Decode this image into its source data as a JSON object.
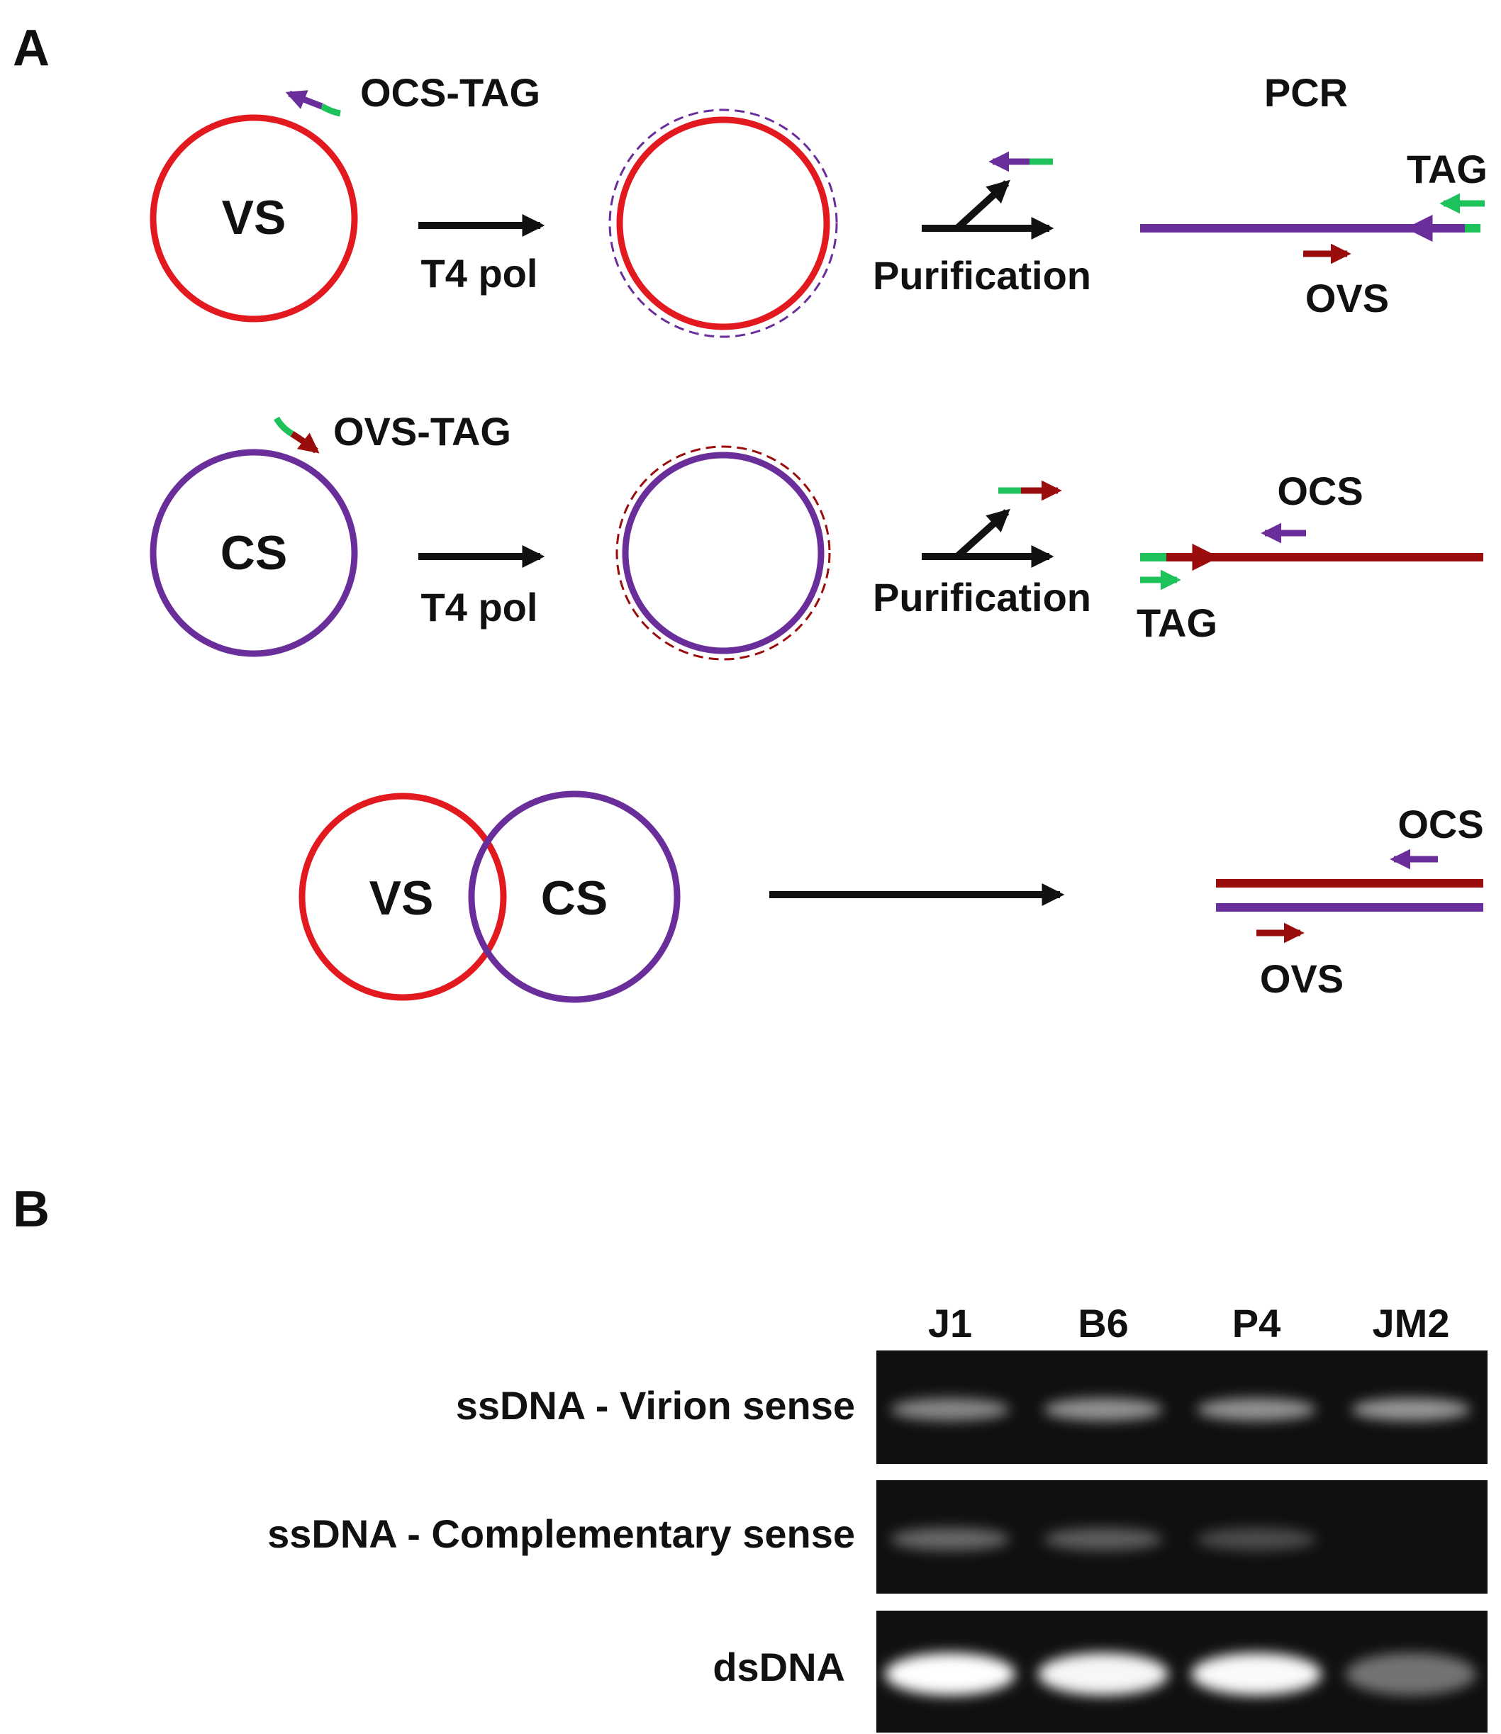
{
  "panel_a": {
    "label": "A",
    "row1": {
      "circle_label": "VS",
      "primer_label": "OCS-TAG",
      "step_label": "T4 pol",
      "purify_label": "Purification",
      "pcr_label": "PCR",
      "tag_label": "TAG",
      "ovs_label": "OVS"
    },
    "row2": {
      "circle_label": "CS",
      "primer_label": "OVS-TAG",
      "step_label": "T4 pol",
      "purify_label": "Purification",
      "ocs_label": "OCS",
      "tag_label": "TAG"
    },
    "row3": {
      "left_circle_label": "VS",
      "right_circle_label": "CS",
      "ocs_label": "OCS",
      "ovs_label": "OVS"
    }
  },
  "panel_b": {
    "label": "B",
    "lanes": [
      "J1",
      "B6",
      "P4",
      "JM2"
    ],
    "rows": [
      {
        "label": "ssDNA - Virion sense",
        "band_intensity": [
          0.55,
          0.6,
          0.6,
          0.62
        ]
      },
      {
        "label": "ssDNA - Complementary sense",
        "band_intensity": [
          0.4,
          0.35,
          0.25,
          0
        ]
      },
      {
        "label": "dsDNA",
        "band_intensity": [
          1.0,
          0.95,
          0.97,
          0.45
        ]
      }
    ]
  },
  "colors": {
    "red_strand": "#e2191e",
    "dark_red_strand": "#9b0c0c",
    "purple_strand": "#6a2e9b",
    "tag_green": "#1ec25a",
    "arrow_black": "#111111",
    "gel_background": "#101010"
  }
}
